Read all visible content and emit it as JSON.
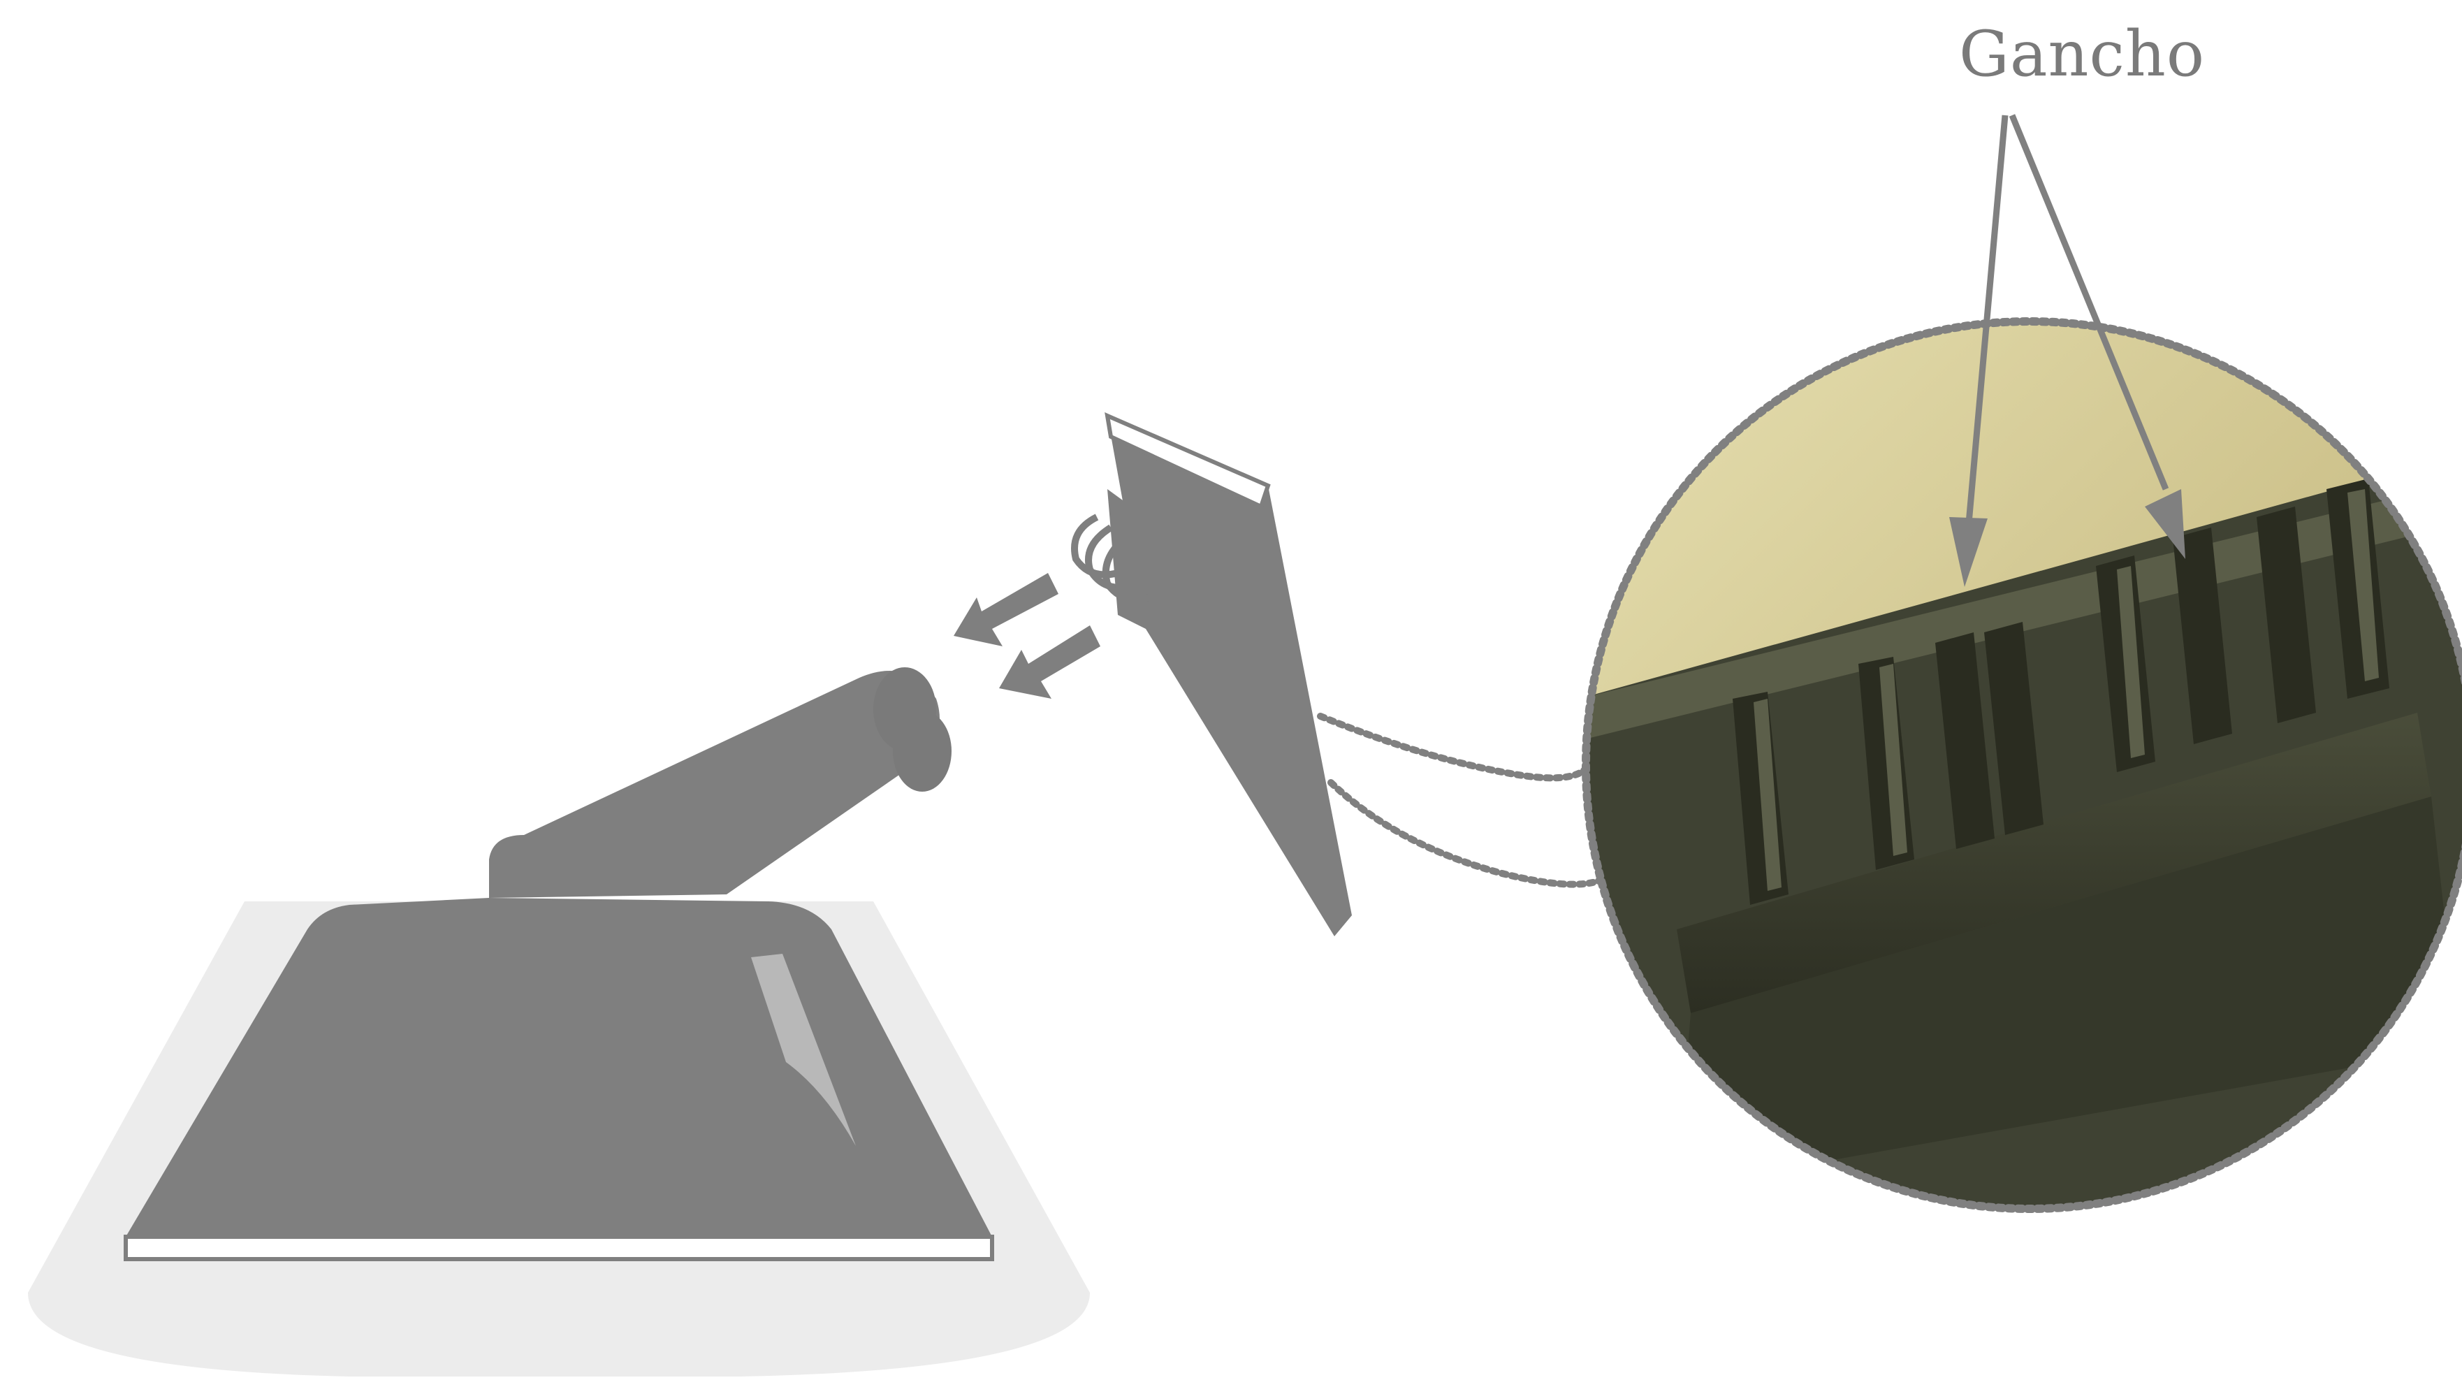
{
  "figure": {
    "callout_label": "Gancho",
    "colors": {
      "part_gray": "#7f7f7f",
      "shadow": "#ececec",
      "leader": "#808080",
      "photo_base": "#d8d0a0",
      "photo_dark": "#3a3d2c"
    },
    "icons": {
      "stand_base": "monitor-stand-base",
      "stand_neck": "stand-neck-arm",
      "hinge_plate": "hinge-bracket",
      "direction_arrows": "detach-arrows",
      "detail_zoom": "zoom-detail-circle"
    }
  }
}
